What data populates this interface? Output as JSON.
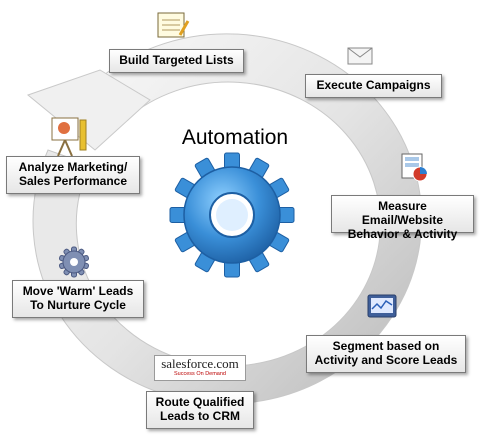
{
  "title": "Automation",
  "steps": [
    {
      "label": "Build Targeted Lists",
      "icon": "notepad-icon"
    },
    {
      "label": "Execute Campaigns",
      "icon": "envelope-icon"
    },
    {
      "label": "Measure Email/Website\nBehavior & Activity",
      "icon": "chart-report-icon"
    },
    {
      "label": "Segment based on\nActivity and Score Leads",
      "icon": "monitor-chart-icon"
    },
    {
      "label": "Route Qualified\nLeads to CRM",
      "icon": "salesforce-logo"
    },
    {
      "label": "Move 'Warm' Leads\nTo Nurture Cycle",
      "icon": "gear-small-icon"
    },
    {
      "label": "Analyze Marketing/\nSales Performance",
      "icon": "presentation-board-icon"
    }
  ],
  "salesforce_logo": {
    "word": "salesforce.com",
    "tagline": "Success On Demand"
  },
  "colors": {
    "ring_light": "#f2f2f2",
    "ring_dark": "#bdbdbd",
    "gear": "#3a8fd8",
    "gear_dark": "#1d5fa3"
  }
}
